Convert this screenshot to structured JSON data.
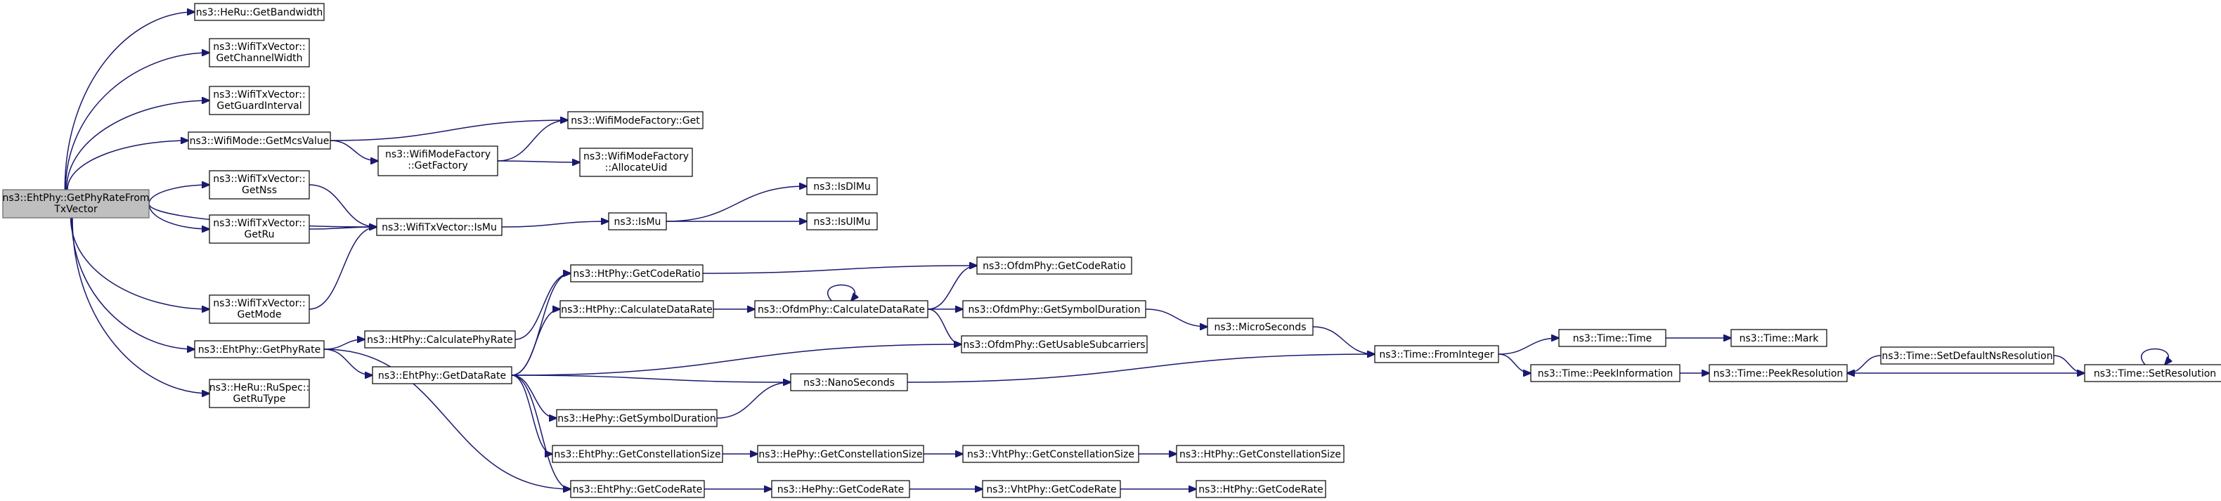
{
  "graph": {
    "title": "ns3::EhtPhy::GetPhyRateFromTxVector call graph",
    "colors": {
      "edge": "#191970",
      "root_fill": "#bfbfbf",
      "node_fill": "#ffffff",
      "border": "#000000"
    },
    "nodes": {
      "root": [
        "ns3::EhtPhy::GetPhyRateFrom",
        "TxVector"
      ],
      "heru_bw": [
        "ns3::HeRu::GetBandwidth"
      ],
      "txv_cw": [
        "ns3::WifiTxVector::",
        "GetChannelWidth"
      ],
      "txv_gi": [
        "ns3::WifiTxVector::",
        "GetGuardInterval"
      ],
      "mode_mcs": [
        "ns3::WifiMode::GetMcsValue"
      ],
      "txv_nss": [
        "ns3::WifiTxVector::",
        "GetNss"
      ],
      "txv_ru": [
        "ns3::WifiTxVector::",
        "GetRu"
      ],
      "txv_mode": [
        "ns3::WifiTxVector::",
        "GetMode"
      ],
      "eht_phyrate": [
        "ns3::EhtPhy::GetPhyRate"
      ],
      "heru_spec": [
        "ns3::HeRu::RuSpec::",
        "GetRuType"
      ],
      "mf_get": [
        "ns3::WifiModeFactory::Get"
      ],
      "mf_fact": [
        "ns3::WifiModeFactory",
        "::GetFactory"
      ],
      "mf_alloc": [
        "ns3::WifiModeFactory",
        "::AllocateUid"
      ],
      "txv_ismu": [
        "ns3::WifiTxVector::IsMu"
      ],
      "ismu": [
        "ns3::IsMu"
      ],
      "isdlmu": [
        "ns3::IsDlMu"
      ],
      "isulmu": [
        "ns3::IsUlMu"
      ],
      "ht_calcphy": [
        "ns3::HtPhy::CalculatePhyRate"
      ],
      "eht_datarate": [
        "ns3::EhtPhy::GetDataRate"
      ],
      "ht_coderatio": [
        "ns3::HtPhy::GetCodeRatio"
      ],
      "ht_calcdata": [
        "ns3::HtPhy::CalculateDataRate"
      ],
      "ofdm_calcdata": [
        "ns3::OfdmPhy::CalculateDataRate"
      ],
      "ofdm_coderatio": [
        "ns3::OfdmPhy::GetCodeRatio"
      ],
      "ofdm_symdur": [
        "ns3::OfdmPhy::GetSymbolDuration"
      ],
      "ofdm_usable": [
        "ns3::OfdmPhy::GetUsableSubcarriers"
      ],
      "microsec": [
        "ns3::MicroSeconds"
      ],
      "nanosec": [
        "ns3::NanoSeconds"
      ],
      "he_symdur": [
        "ns3::HePhy::GetSymbolDuration"
      ],
      "eht_const": [
        "ns3::EhtPhy::GetConstellationSize"
      ],
      "he_const": [
        "ns3::HePhy::GetConstellationSize"
      ],
      "vht_const": [
        "ns3::VhtPhy::GetConstellationSize"
      ],
      "ht_const": [
        "ns3::HtPhy::GetConstellationSize"
      ],
      "eht_coderate": [
        "ns3::EhtPhy::GetCodeRate"
      ],
      "he_coderate": [
        "ns3::HePhy::GetCodeRate"
      ],
      "vht_coderate": [
        "ns3::VhtPhy::GetCodeRate"
      ],
      "ht_coderate": [
        "ns3::HtPhy::GetCodeRate"
      ],
      "fromint": [
        "ns3::Time::FromInteger"
      ],
      "time_time": [
        "ns3::Time::Time"
      ],
      "time_mark": [
        "ns3::Time::Mark"
      ],
      "time_peekinfo": [
        "ns3::Time::PeekInformation"
      ],
      "time_peekres": [
        "ns3::Time::PeekResolution"
      ],
      "time_setdef": [
        "ns3::Time::SetDefaultNsResolution"
      ],
      "time_setres": [
        "ns3::Time::SetResolution"
      ]
    },
    "edges": [
      [
        "root",
        "heru_bw"
      ],
      [
        "root",
        "txv_cw"
      ],
      [
        "root",
        "txv_gi"
      ],
      [
        "root",
        "mode_mcs"
      ],
      [
        "root",
        "txv_nss"
      ],
      [
        "root",
        "txv_ru"
      ],
      [
        "root",
        "txv_ismu"
      ],
      [
        "root",
        "txv_mode"
      ],
      [
        "root",
        "eht_phyrate"
      ],
      [
        "root",
        "heru_spec"
      ],
      [
        "mode_mcs",
        "mf_get"
      ],
      [
        "mode_mcs",
        "mf_fact"
      ],
      [
        "mf_fact",
        "mf_get"
      ],
      [
        "mf_fact",
        "mf_alloc"
      ],
      [
        "txv_nss",
        "txv_ismu"
      ],
      [
        "txv_ru",
        "txv_ismu"
      ],
      [
        "txv_mode",
        "txv_ismu"
      ],
      [
        "txv_ismu",
        "ismu"
      ],
      [
        "ismu",
        "isdlmu"
      ],
      [
        "ismu",
        "isulmu"
      ],
      [
        "eht_phyrate",
        "ht_calcphy"
      ],
      [
        "eht_phyrate",
        "eht_datarate"
      ],
      [
        "eht_phyrate",
        "eht_coderate"
      ],
      [
        "ht_calcphy",
        "ht_coderatio"
      ],
      [
        "eht_datarate",
        "ht_coderatio"
      ],
      [
        "eht_datarate",
        "ht_calcdata"
      ],
      [
        "eht_datarate",
        "ofdm_usable"
      ],
      [
        "eht_datarate",
        "nanosec"
      ],
      [
        "eht_datarate",
        "he_symdur"
      ],
      [
        "eht_datarate",
        "eht_const"
      ],
      [
        "eht_datarate",
        "eht_coderate"
      ],
      [
        "ht_coderatio",
        "ofdm_coderatio"
      ],
      [
        "ht_calcdata",
        "ofdm_calcdata"
      ],
      [
        "ofdm_calcdata",
        "ofdm_calcdata"
      ],
      [
        "ofdm_calcdata",
        "ofdm_coderatio"
      ],
      [
        "ofdm_calcdata",
        "ofdm_symdur"
      ],
      [
        "ofdm_calcdata",
        "ofdm_usable"
      ],
      [
        "ofdm_symdur",
        "microsec"
      ],
      [
        "microsec",
        "fromint"
      ],
      [
        "nanosec",
        "fromint"
      ],
      [
        "he_symdur",
        "nanosec"
      ],
      [
        "eht_const",
        "he_const"
      ],
      [
        "he_const",
        "vht_const"
      ],
      [
        "vht_const",
        "ht_const"
      ],
      [
        "eht_coderate",
        "he_coderate"
      ],
      [
        "he_coderate",
        "vht_coderate"
      ],
      [
        "vht_coderate",
        "ht_coderate"
      ],
      [
        "fromint",
        "time_time"
      ],
      [
        "fromint",
        "time_peekinfo"
      ],
      [
        "time_time",
        "time_mark"
      ],
      [
        "time_peekinfo",
        "time_peekres"
      ],
      [
        "time_setdef",
        "time_peekres"
      ],
      [
        "time_setdef",
        "time_setres"
      ],
      [
        "time_setres",
        "time_peekres"
      ],
      [
        "time_setres",
        "time_setres"
      ]
    ]
  }
}
